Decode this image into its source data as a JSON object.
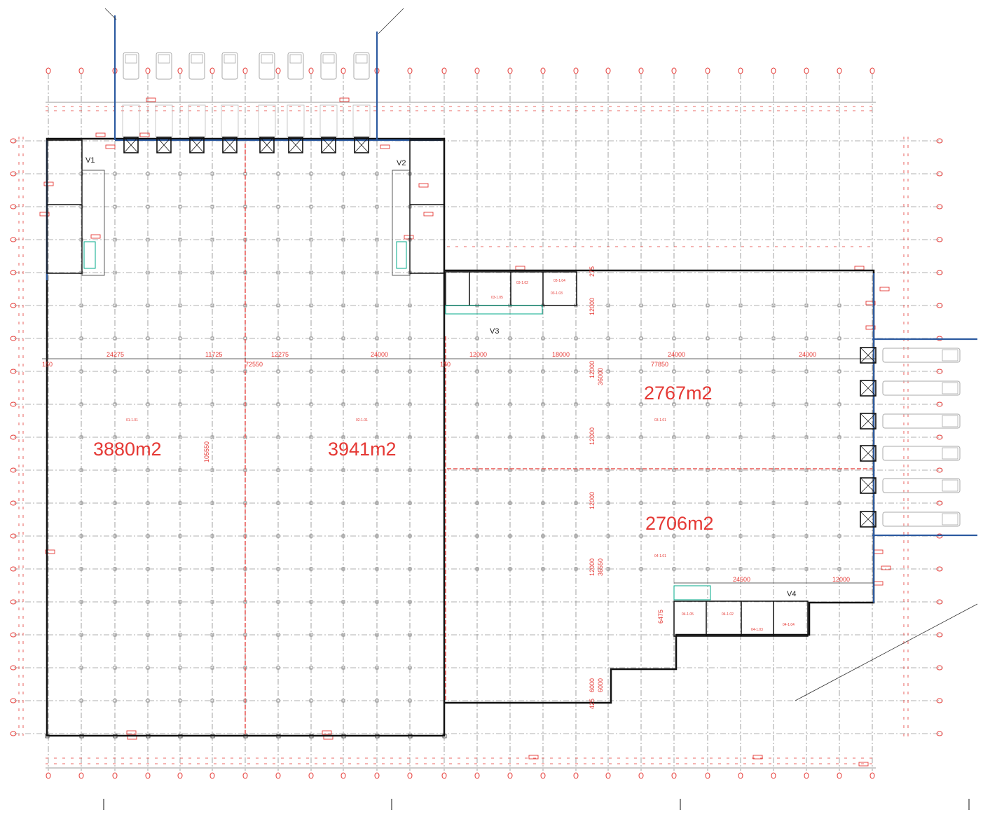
{
  "colors": {
    "wall": "#111111",
    "grid": "#555555",
    "annotation": "#e53935",
    "blue": "#2c5aa0",
    "label_bg": "#ff4d4d"
  },
  "areas": {
    "hall1": "3880m2",
    "hall2": "3941m2",
    "hall3": "2767m2",
    "hall4": "2706m2"
  },
  "zones": {
    "v1": "V1",
    "v2": "V2",
    "v3": "V3",
    "v4": "V4"
  },
  "dimensions": {
    "top_row": [
      "24275",
      "11725",
      "12275",
      "24000",
      "12000",
      "18000",
      "24000",
      "24000"
    ],
    "total_left": "72550",
    "total_right": "77850",
    "edge_left": "150",
    "edge_mid": "150",
    "vertical_hall": "105550",
    "vertical_right": [
      "12000",
      "36000",
      "12000",
      "12000",
      "12000",
      "36550",
      "12000",
      "6000",
      "6000",
      "425"
    ],
    "wing_width": "24500",
    "wing_side": "12000",
    "wing_depth": "6475",
    "right_top": "275"
  },
  "room_codes": {
    "hall1": "01-1.01",
    "hall2": "02-1.01",
    "hall3": "03-1.01",
    "hall4": "04-1.01",
    "v3_rooms": [
      "03-1.02",
      "03-1.03",
      "03-1.04",
      "03-1.05"
    ],
    "v4_rooms": [
      "04-1.02",
      "04-1.03",
      "04-1.04",
      "04-1.05"
    ]
  }
}
